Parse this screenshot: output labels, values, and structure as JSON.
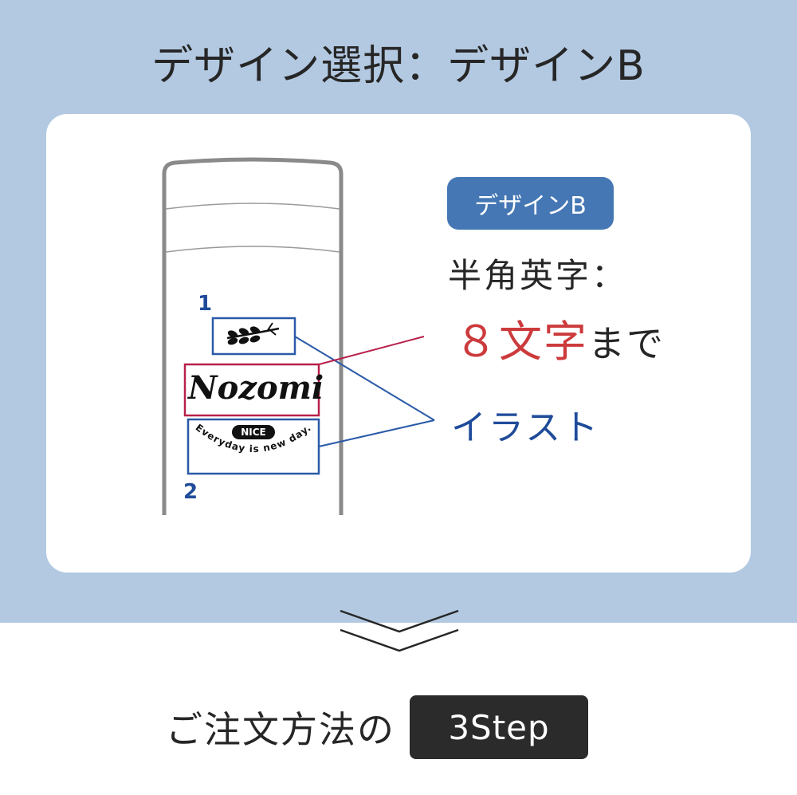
{
  "header": {
    "title": "デザイン選択：デザインB"
  },
  "colors": {
    "band": "#b3c9e1",
    "badge": "#4577b4",
    "red_accent": "#cc3a3c",
    "blue_accent": "#1f4b99",
    "dark": "#262626"
  },
  "card": {
    "badge_label": "デザインB",
    "spec_line1": "半角英字：",
    "spec_count": "８文字",
    "spec_suffix": "まで",
    "illust_label": "イラスト",
    "markers": {
      "one": "1",
      "two": "2"
    },
    "preview": {
      "name_text": "Nozomi",
      "badge_text": "NICE",
      "arc_text": "Everyday is new day."
    }
  },
  "footer": {
    "text": "ご注文方法の",
    "step_label": "3Step"
  }
}
